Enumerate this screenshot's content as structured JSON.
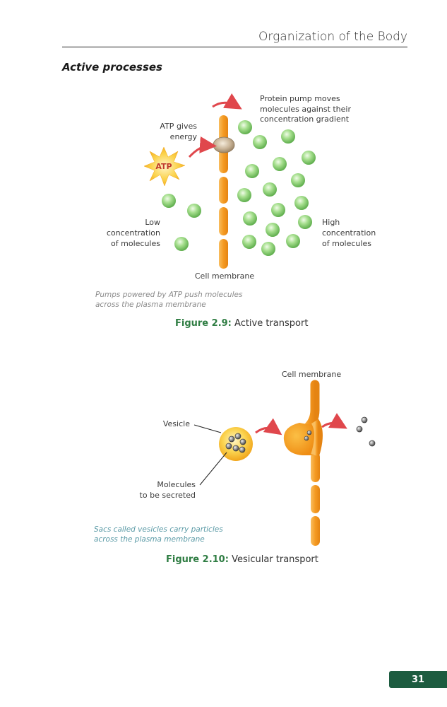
{
  "header": {
    "title": "Organization of the Body"
  },
  "section": {
    "heading": "Active processes"
  },
  "figure_2_9": {
    "labels": {
      "pump_line1": "Protein pump moves",
      "pump_line2": "molecules against their",
      "pump_line3": "concentration gradient",
      "atp_gives_line1": "ATP gives",
      "atp_gives_line2": "energy",
      "atp": "ATP",
      "low_line1": "Low",
      "low_line2": "concentration",
      "low_line3": "of molecules",
      "high_line1": "High",
      "high_line2": "concentration",
      "high_line3": "of molecules",
      "membrane": "Cell membrane"
    },
    "note_line1": "Pumps powered by ATP push molecules",
    "note_line2": "across the plasma membrane",
    "caption_num": "Figure 2.9:",
    "caption_text": " Active transport"
  },
  "figure_2_10": {
    "labels": {
      "membrane": "Cell membrane",
      "vesicle": "Vesicle",
      "molecules_line1": "Molecules",
      "molecules_line2": "to be secreted"
    },
    "note_line1": "Sacs called vesicles carry particles",
    "note_line2": "across the plasma membrane",
    "caption_num": "Figure 2.10:",
    "caption_text": " Vesicular transport"
  },
  "page": {
    "number": "31"
  },
  "colors": {
    "membrane_orange": "#f4a12e",
    "molecule_green": "#8fd07a",
    "arrow_red": "#e0474c",
    "atp_yellow": "#f7c53a",
    "caption_green": "#2f7d43",
    "page_badge": "#1d5c40"
  }
}
